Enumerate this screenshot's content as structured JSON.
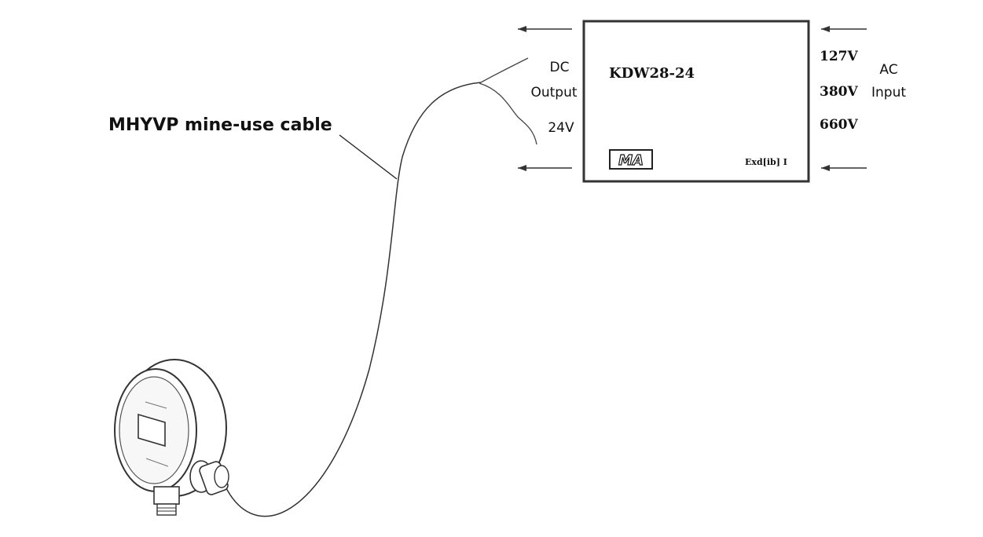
{
  "diagram": {
    "cable_label": "MHYVP mine-use cable",
    "dc_output": {
      "line1": "DC",
      "line2": "Output",
      "voltage": "24V"
    },
    "ac_input": {
      "line1": "AC",
      "line2": "Input"
    },
    "power_supply": {
      "model": "KDW28-24",
      "voltages": [
        "127V",
        "380V",
        "660V"
      ],
      "ma_mark": "MA",
      "explosion_mark": "Exd[ib] I"
    }
  }
}
